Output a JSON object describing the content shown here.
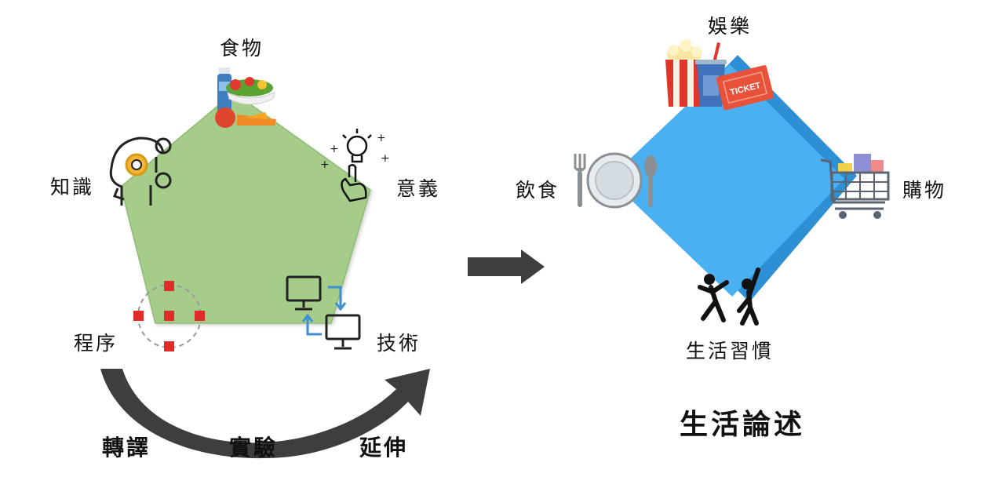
{
  "framework": {
    "nodes": {
      "food": "食物",
      "knowledge": "知識",
      "meaning": "意義",
      "procedure": "程序",
      "technique": "技術"
    },
    "processes": {
      "translate": "轉譯",
      "experiment": "實驗",
      "extend": "延伸"
    },
    "colors": {
      "pentagon": "#a6cc8a",
      "arrow": "#3e3e3e"
    }
  },
  "life_discourse": {
    "title": "生活論述",
    "nodes": {
      "entertainment": "娛樂",
      "diet": "飲食",
      "shopping": "購物",
      "habits": "生活習慣"
    },
    "ticket_text": "TICKET",
    "colors": {
      "diamond_front": "#4ab0f2",
      "diamond_back": "#2e8fd4"
    }
  },
  "icons": [
    "food-bowl-icon",
    "water-bottle-icon",
    "head-gears-icon",
    "lightbulb-hand-icon",
    "procedure-dots-icon",
    "monitors-sync-icon",
    "popcorn-icon",
    "soda-cup-icon",
    "ticket-icon",
    "plate-cutlery-icon",
    "shopping-cart-icon",
    "dancers-icon"
  ]
}
